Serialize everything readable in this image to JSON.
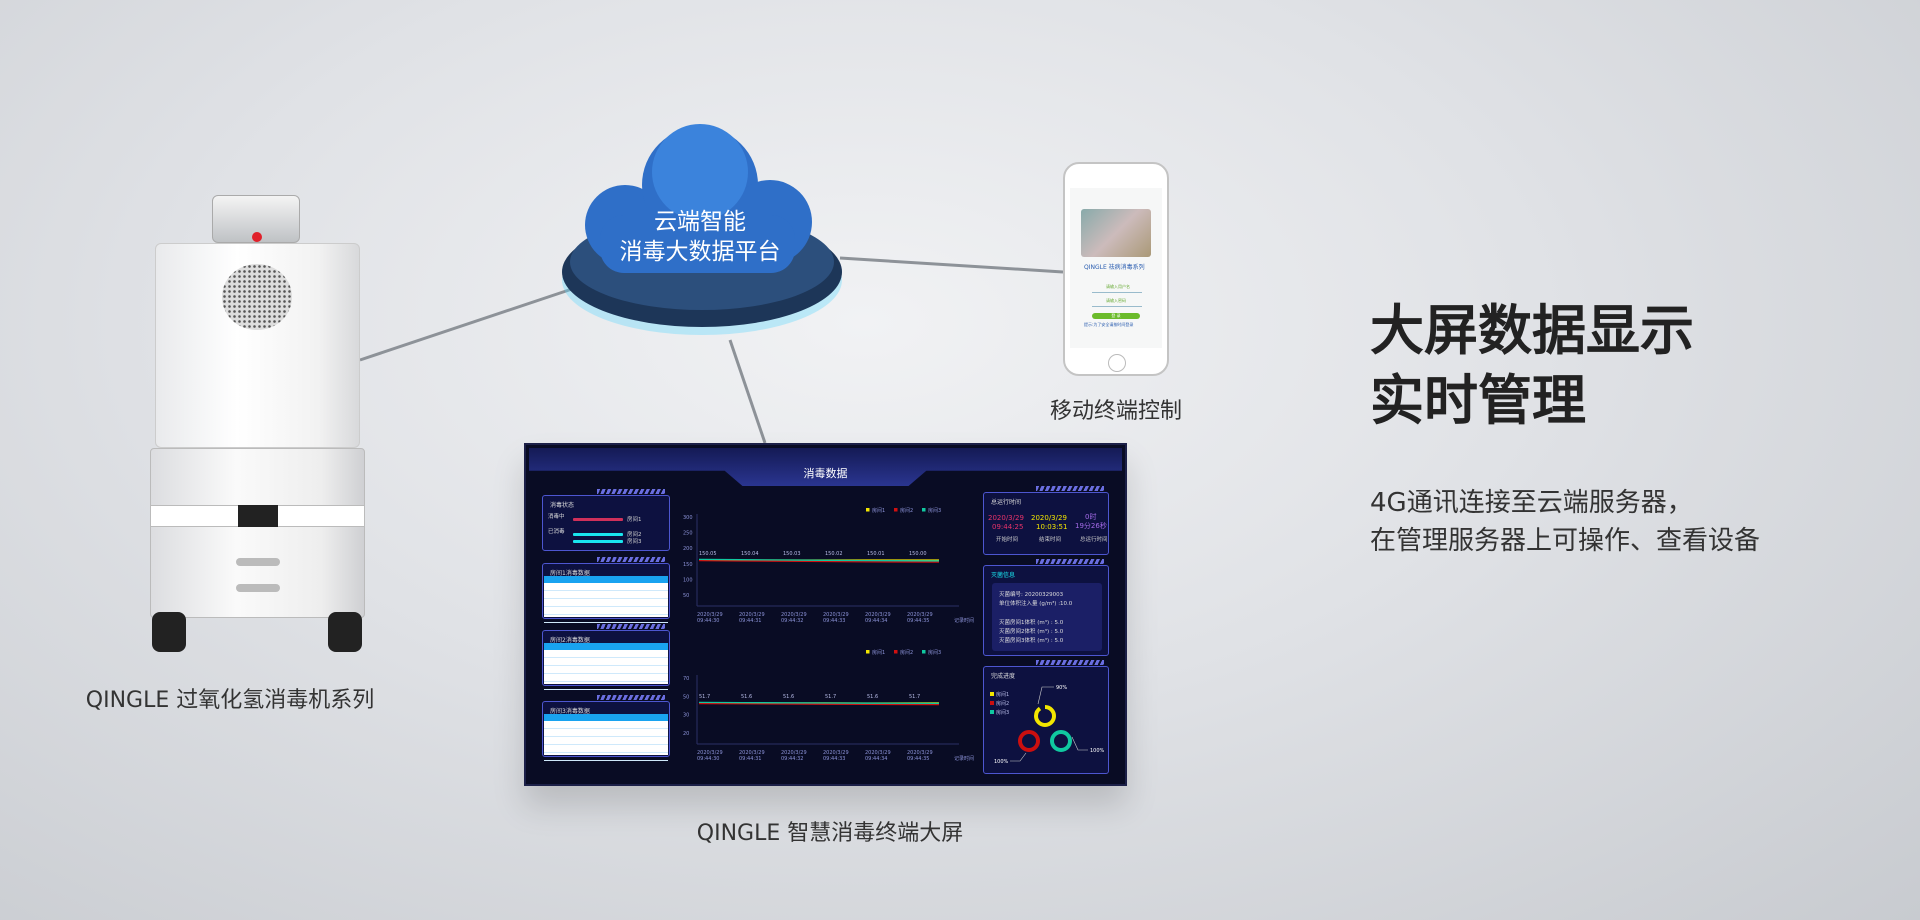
{
  "cloud": {
    "line1": "云端智能",
    "line2": "消毒大数据平台"
  },
  "phone": {
    "label": "移动终端控制",
    "brand": "QINGLE 祛病消毒系列",
    "username_placeholder": "请输入用户名",
    "password_placeholder": "请输入密码",
    "login_button": "登 录",
    "tip": "提示:为了安全请按时间登录"
  },
  "robot": {
    "label": "QINGLE 过氧化氢消毒机系列"
  },
  "screen": {
    "label": "QINGLE 智慧消毒终端大屏"
  },
  "headline": {
    "line1": "大屏数据显示",
    "line2": "实时管理"
  },
  "subtitle": {
    "line1": "4G通讯连接至云端服务器，",
    "line2": "在管理服务器上可操作、查看设备"
  },
  "dashboard": {
    "title": "消毒数据",
    "status": {
      "title": "消毒状态",
      "in_progress": "消毒中",
      "done": "已消毒",
      "rooms": [
        "房间1",
        "房间2",
        "房间3"
      ]
    },
    "tables": [
      {
        "title": "房间1消毒数据"
      },
      {
        "title": "房间2消毒数据"
      },
      {
        "title": "房间3消毒数据"
      }
    ],
    "runtime": {
      "title": "总运行时间",
      "start_date": "2020/3/29",
      "start_time": "09:44:25",
      "start_label": "开始时间",
      "end_date": "2020/3/29",
      "end_time": "10:03:51",
      "end_label": "结束时间",
      "total_h": "0时",
      "total_ms": "19分26秒",
      "total_label": "总运行时间"
    },
    "sterilize": {
      "title": "灭菌信息",
      "id": "灭菌编号: 20200329003",
      "dose": "单位体积注入量 (g/m³) :10.0",
      "room1": "灭菌房间1体积 (m³) : 5.0",
      "room2": "灭菌房间2体积 (m³) : 5.0",
      "room3": "灭菌房间3体积 (m³) : 5.0"
    },
    "progress": {
      "title": "完成进度",
      "legend": [
        "房间1",
        "房间2",
        "房间3"
      ],
      "values": [
        90,
        100,
        100
      ],
      "labels": [
        "90%",
        "100%",
        "100%"
      ],
      "colors": [
        "#f2e600",
        "#cc0f0f",
        "#10c8a0"
      ]
    }
  },
  "chart_data": [
    {
      "type": "line",
      "legend": [
        "房间1",
        "房间2",
        "房间3"
      ],
      "colors": [
        "#f2e600",
        "#d01010",
        "#10c8a0"
      ],
      "yticks": [
        "300",
        "250",
        "200",
        "150",
        "100",
        "50"
      ],
      "ylim": [
        0,
        300
      ],
      "x": [
        "2020/3/29 09:44:30",
        "2020/3/29 09:44:31",
        "2020/3/29 09:44:32",
        "2020/3/29 09:44:33",
        "2020/3/29 09:44:34",
        "2020/3/29 09:44:35"
      ],
      "xlabel": "记录时间",
      "labels": [
        "150.05",
        "150.04",
        "150.03",
        "150.02",
        "150.01",
        "150.00"
      ],
      "series": [
        {
          "name": "房间1",
          "values": [
            150.05,
            150.04,
            150.03,
            150.02,
            150.01,
            150.0
          ]
        },
        {
          "name": "房间2",
          "values": [
            148,
            147,
            146,
            145,
            144,
            143
          ]
        },
        {
          "name": "房间3",
          "values": [
            152,
            151,
            150,
            149,
            148,
            147
          ]
        }
      ]
    },
    {
      "type": "line",
      "legend": [
        "房间1",
        "房间2",
        "房间3"
      ],
      "colors": [
        "#f2e600",
        "#d01010",
        "#10c8a0"
      ],
      "yticks": [
        "70",
        "50",
        "30",
        "20"
      ],
      "ylim": [
        10,
        80
      ],
      "x": [
        "2020/3/29 09:44:30",
        "2020/3/29 09:44:31",
        "2020/3/29 09:44:32",
        "2020/3/29 09:44:33",
        "2020/3/29 09:44:34",
        "2020/3/29 09:44:35"
      ],
      "xlabel": "记录时间",
      "labels": [
        "51.7",
        "51.6",
        "51.6",
        "51.7",
        "51.6",
        "51.7"
      ],
      "series": [
        {
          "name": "房间1",
          "values": [
            51.7,
            51.6,
            51.6,
            51.7,
            51.6,
            51.7
          ]
        },
        {
          "name": "房间2",
          "values": [
            51,
            50.8,
            50.6,
            50.4,
            50.2,
            50
          ]
        },
        {
          "name": "房间3",
          "values": [
            52.2,
            52,
            51.8,
            51.6,
            51.4,
            51.2
          ]
        }
      ]
    }
  ]
}
